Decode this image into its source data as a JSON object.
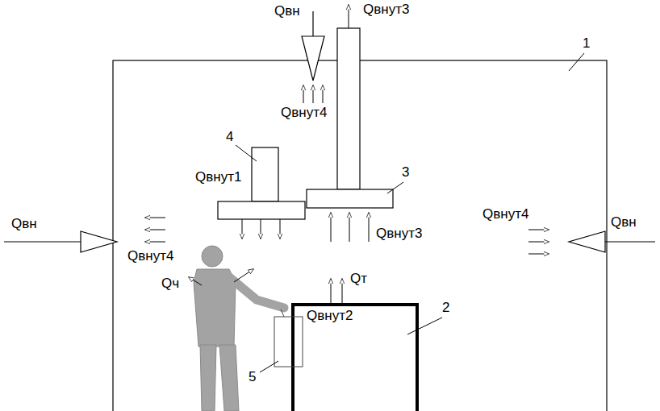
{
  "diagram": {
    "labels": [
      "Qвн",
      "Qвнут3",
      "Qвнут4",
      "4",
      "Qвнут1",
      "3",
      "1",
      "Qвн",
      "Qвнут4",
      "Qвнут4",
      "Qвн",
      "Qвнут3",
      "Qч",
      "Qт",
      "Qвнут2",
      "2",
      "5"
    ]
  }
}
